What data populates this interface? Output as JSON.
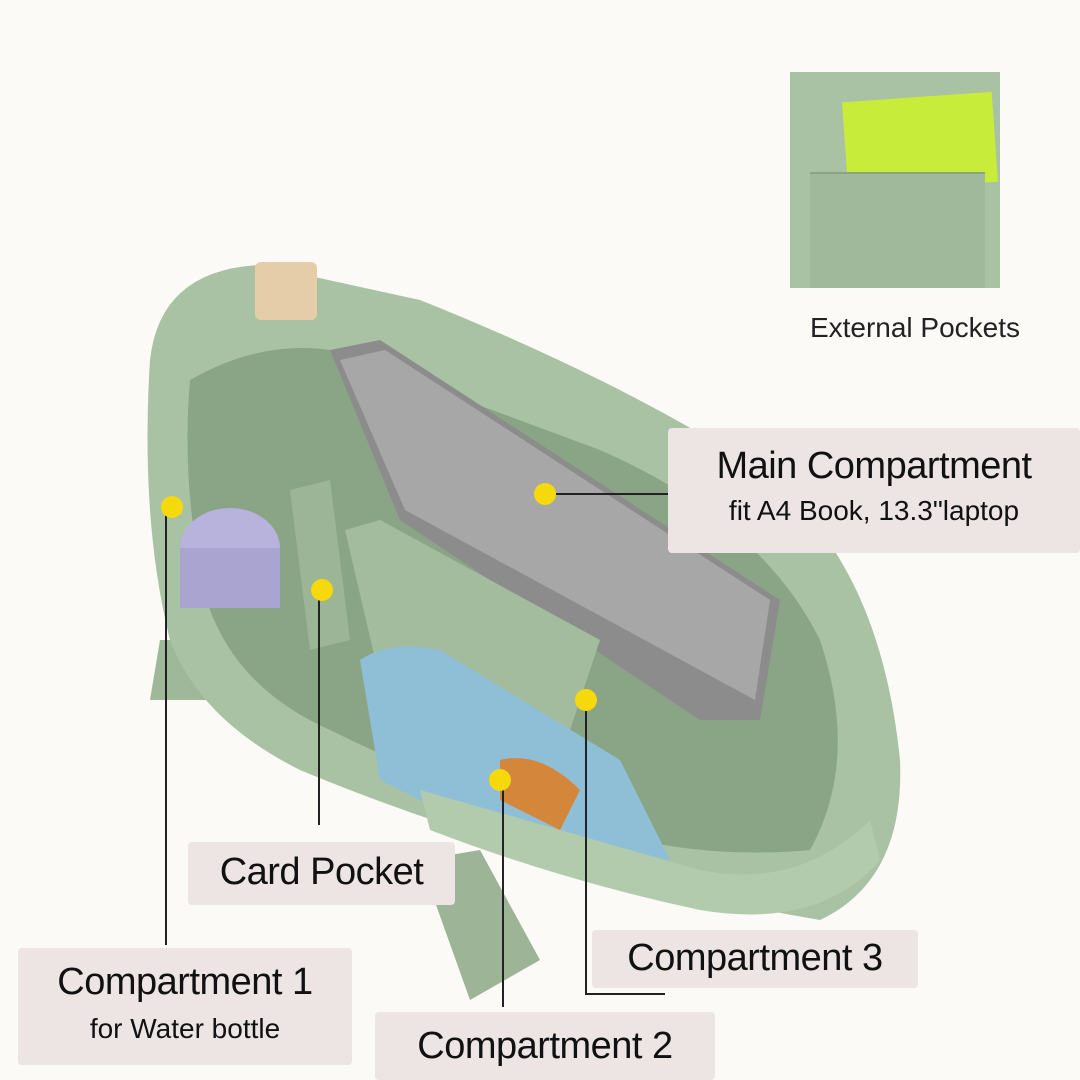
{
  "callouts": {
    "main_compartment": {
      "title": "Main Compartment",
      "subtitle": "fit A4 Book, 13.3\"laptop"
    },
    "card_pocket": {
      "title": "Card Pocket"
    },
    "compartment_1": {
      "title": "Compartment 1",
      "subtitle": "for Water bottle"
    },
    "compartment_2": {
      "title": "Compartment 2"
    },
    "compartment_3": {
      "title": "Compartment 3"
    }
  },
  "inset": {
    "label": "External Pockets"
  },
  "colors": {
    "bag": "#a9c2a4",
    "marker": "#f5d90a",
    "label_bg": "#ede4e4"
  }
}
